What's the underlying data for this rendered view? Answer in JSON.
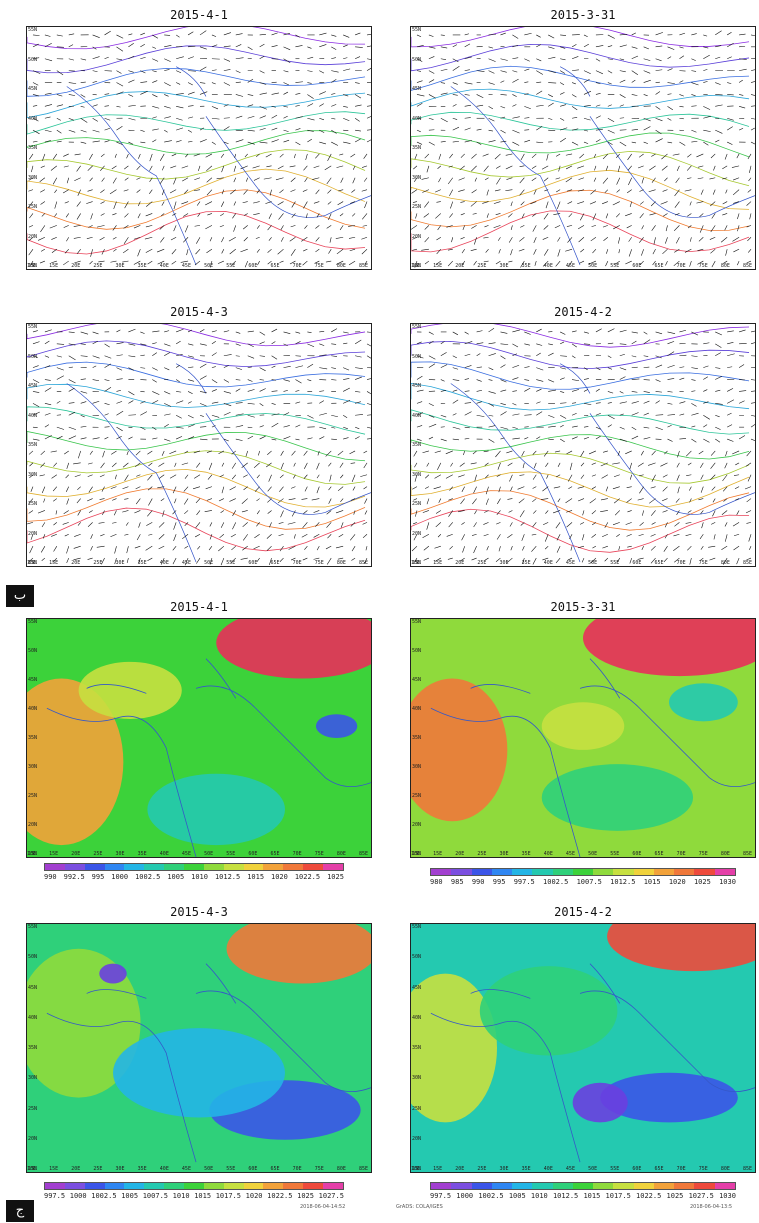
{
  "panels_wind": [
    {
      "title": "2015-4-1"
    },
    {
      "title": "2015-3-31"
    },
    {
      "title": "2015-4-3"
    },
    {
      "title": "2015-4-2"
    }
  ],
  "panels_pressure": [
    {
      "title": "2015-4-1"
    },
    {
      "title": "2015-3-31"
    },
    {
      "title": "2015-4-3"
    },
    {
      "title": "2015-4-2"
    }
  ],
  "lat_labels": [
    "55N",
    "50N",
    "45N",
    "40N",
    "35N",
    "30N",
    "25N",
    "20N",
    "15N"
  ],
  "lon_labels": [
    "10E",
    "15E",
    "20E",
    "25E",
    "30E",
    "35E",
    "40E",
    "45E",
    "50E",
    "55E",
    "60E",
    "65E",
    "70E",
    "75E",
    "80E",
    "85E"
  ],
  "colorbars": [
    {
      "labels": [
        "990",
        "992.5",
        "995",
        "1000",
        "1002.5",
        "1005",
        "1010",
        "1012.5",
        "1015",
        "1020",
        "1022.5",
        "1025"
      ]
    },
    {
      "labels": [
        "980",
        "985",
        "990",
        "995",
        "997.5",
        "1002.5",
        "1007.5",
        "1012.5",
        "1015",
        "1020",
        "1025",
        "1030"
      ]
    },
    {
      "labels": [
        "997.5",
        "1000",
        "1002.5",
        "1005",
        "1007.5",
        "1010",
        "1015",
        "1017.5",
        "1020",
        "1022.5",
        "1025",
        "1027.5"
      ]
    },
    {
      "labels": [
        "997.5",
        "1000",
        "1002.5",
        "1005",
        "1010",
        "1012.5",
        "1015",
        "1017.5",
        "1022.5",
        "1025",
        "1027.5",
        "1030"
      ]
    }
  ],
  "footers": {
    "credit": "GrADS: COLA/IGES",
    "stamp1": "2018-06-04-14:52",
    "stamp2": "2018-06-04-13:5"
  },
  "badges": {
    "b": "ب",
    "j": "ج"
  },
  "palette": [
    "#a23fd0",
    "#6a3fe0",
    "#3b55e8",
    "#2f86f2",
    "#23b5e6",
    "#24c9b0",
    "#2fd07a",
    "#3cd23a",
    "#8fda3c",
    "#c7e040",
    "#f0d23c",
    "#f2a23a",
    "#f0783a",
    "#ee4a3c",
    "#e82f5a",
    "#e43fa8"
  ]
}
